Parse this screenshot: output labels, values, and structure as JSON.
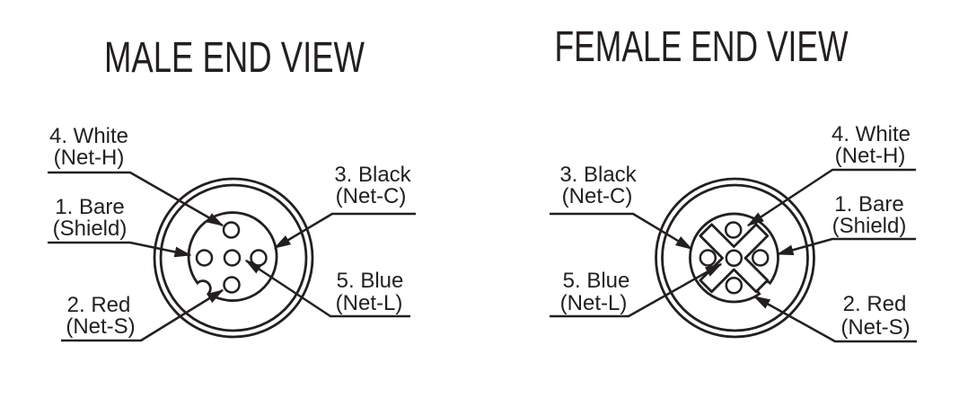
{
  "colors": {
    "ink": "#231f20",
    "paper": "#ffffff"
  },
  "male": {
    "title": "MALE END VIEW",
    "labels": {
      "pin4": {
        "l1": "4. White",
        "l2": "(Net-H)"
      },
      "pin1": {
        "l1": "1. Bare",
        "l2": "(Shield)"
      },
      "pin2": {
        "l1": "2. Red",
        "l2": "(Net-S)"
      },
      "pin3": {
        "l1": "3. Black",
        "l2": "(Net-C)"
      },
      "pin5": {
        "l1": "5. Blue",
        "l2": "(Net-L)"
      }
    }
  },
  "female": {
    "title": "FEMALE END VIEW",
    "labels": {
      "pin3": {
        "l1": "3. Black",
        "l2": "(Net-C)"
      },
      "pin5": {
        "l1": "5. Blue",
        "l2": "(Net-L)"
      },
      "pin4": {
        "l1": "4. White",
        "l2": "(Net-H)"
      },
      "pin1": {
        "l1": "1. Bare",
        "l2": "(Shield)"
      },
      "pin2": {
        "l1": "2. Red",
        "l2": "(Net-S)"
      }
    }
  }
}
